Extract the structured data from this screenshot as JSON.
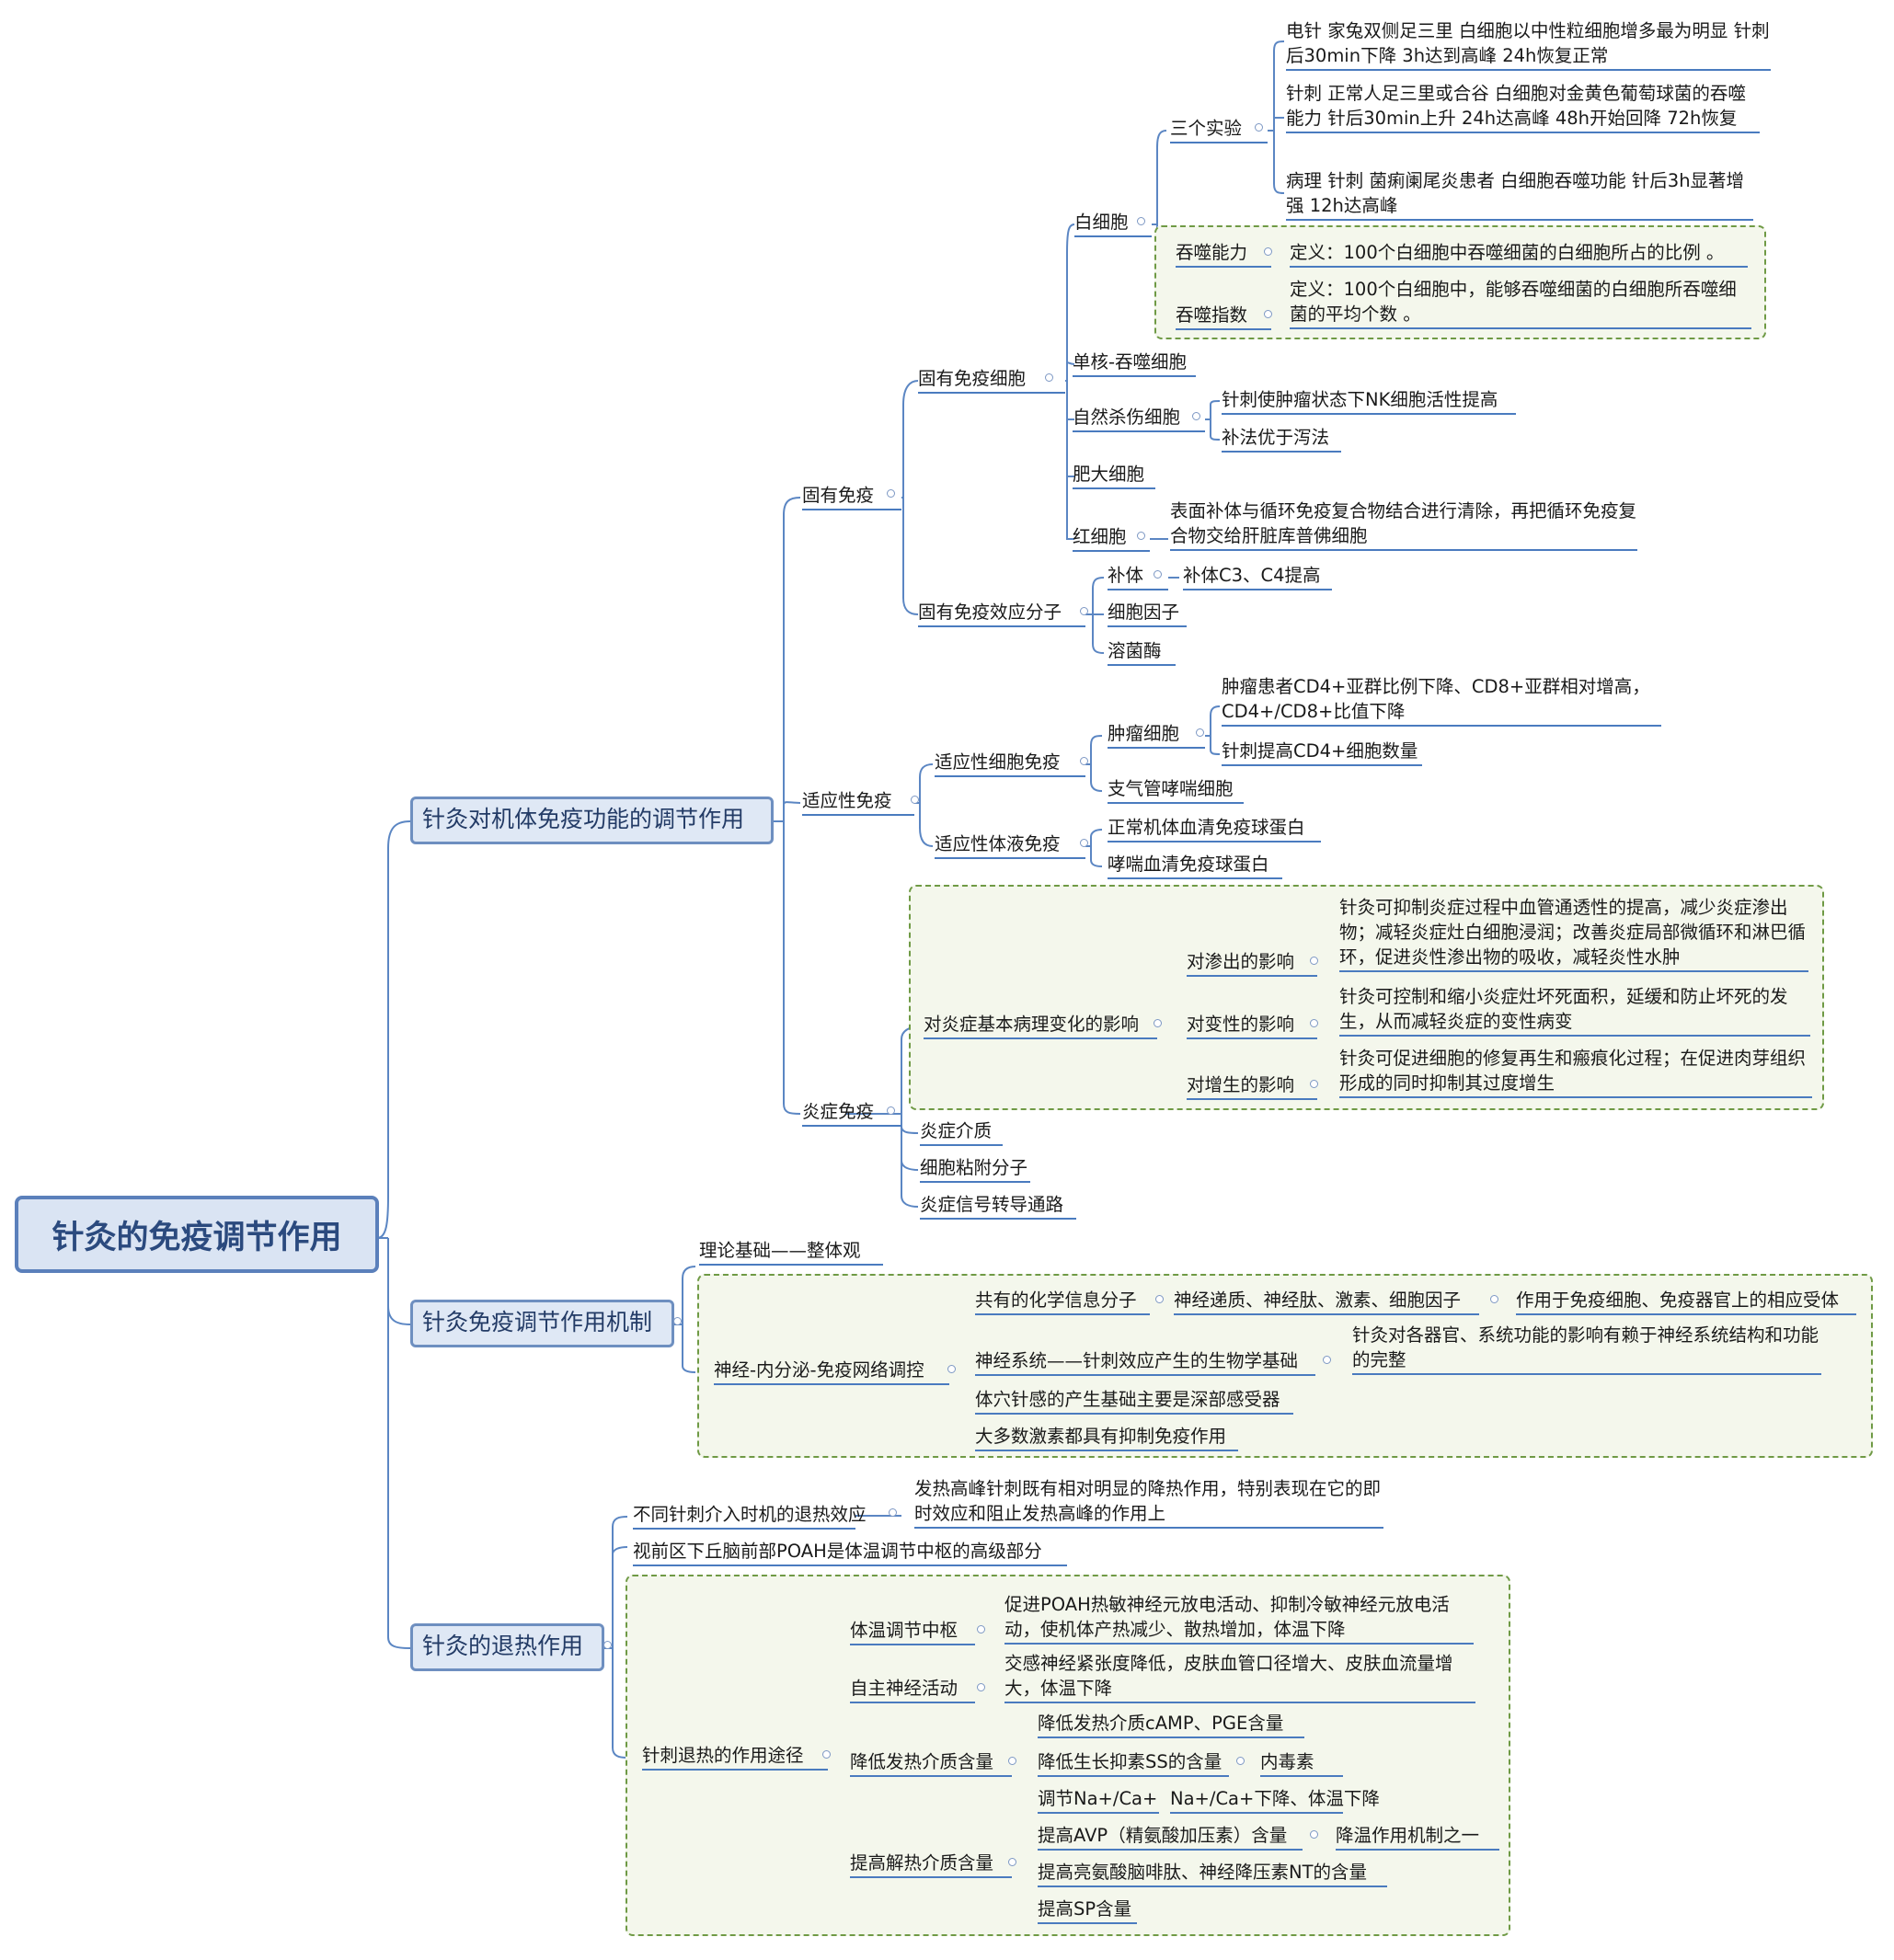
{
  "root": "针灸的免疫调节作用",
  "branches": {
    "b1": "针灸对机体免疫功能的调节作用",
    "b2": "针灸免疫调节作用机制",
    "b3": "针灸的退热作用"
  },
  "innate": {
    "label": "固有免疫",
    "cells": {
      "label": "固有免疫细胞",
      "wbc": {
        "label": "白细胞",
        "three": {
          "label": "三个实验",
          "e1": "电针  家兔双侧足三里 白细胞以中性粒细胞增多最为明显 针刺后30min下降 3h达到高峰 24h恢复正常",
          "e2": "针刺  正常人足三里或合谷 白细胞对金黄色葡萄球菌的吞噬能力 针后30min上升 24h达高峰 48h开始回降 72h恢复",
          "e3": "病理 针刺  菌痢阑尾炎患者 白细胞吞噬功能 针后3h显著增强  12h达高峰"
        },
        "phago_ability": {
          "label": "吞噬能力",
          "def": "定义：100个白细胞中吞噬细菌的白细胞所占的比例 。"
        },
        "phago_index": {
          "label": "吞噬指数",
          "def": "定义：100个白细胞中，能够吞噬细菌的白细胞所吞噬细菌的平均个数 。"
        }
      },
      "mono": "单核-吞噬细胞",
      "nk": {
        "label": "自然杀伤细胞",
        "c1": "针刺使肿瘤状态下NK细胞活性提高",
        "c2": "补法优于泻法"
      },
      "mast": "肥大细胞",
      "rbc": {
        "label": "红细胞",
        "c1": "表面补体与循环免疫复合物结合进行清除，再把循环免疫复合物交给肝脏库普佛细胞"
      }
    },
    "molecules": {
      "label": "固有免疫效应分子",
      "complement": {
        "label": "补体",
        "c1": "补体C3、C4提高"
      },
      "cytokine": "细胞因子",
      "lysozyme": "溶菌酶"
    }
  },
  "adaptive": {
    "label": "适应性免疫",
    "cellular": {
      "label": "适应性细胞免疫",
      "tumor": {
        "label": "肿瘤细胞",
        "c1": "肿瘤患者CD4+亚群比例下降、CD8+亚群相对增高，CD4+/CD8+比值下降",
        "c2": "针刺提高CD4+细胞数量"
      },
      "asthma": "支气管哮喘细胞"
    },
    "humoral": {
      "label": "适应性体液免疫",
      "c1": "正常机体血清免疫球蛋白",
      "c2": "哮喘血清免疫球蛋白"
    }
  },
  "inflam": {
    "label": "炎症免疫",
    "patho": {
      "label": "对炎症基本病理变化的影响",
      "exudation": {
        "label": "对渗出的影响",
        "c1": "针灸可抑制炎症过程中血管通透性的提高，减少炎症渗出物；减轻炎症灶白细胞浸润；改善炎症局部微循环和淋巴循环，促进炎性渗出物的吸收，减轻炎性水肿"
      },
      "alteration": {
        "label": "对变性的影响",
        "c1": "针灸可控制和缩小炎症灶坏死面积，延缓和防止坏死的发生，从而减轻炎症的变性病变"
      },
      "proliferation": {
        "label": "对增生的影响",
        "c1": "针灸可促进细胞的修复再生和瘢痕化过程；在促进肉芽组织形成的同时抑制其过度增生"
      }
    },
    "mediator": "炎症介质",
    "adhesion": "细胞粘附分子",
    "signal": "炎症信号转导通路"
  },
  "mech": {
    "theory": "理论基础——整体观",
    "network": {
      "label": "神经-内分泌-免疫网络调控",
      "shared": {
        "label": "共有的化学信息分子",
        "c1": "神经递质、神经肽、激素、细胞因子",
        "c2": "作用于免疫细胞、免疫器官上的相应受体"
      },
      "nervous": {
        "label": "神经系统——针刺效应产生的生物学基础",
        "c1": "针灸对各器官、系统功能的影响有赖于神经系统结构和功能的完整"
      },
      "deep": "体穴针感的产生基础主要是深部感受器",
      "hormone": "大多数激素都具有抑制免疫作用"
    }
  },
  "fever": {
    "timing": {
      "label": "不同针刺介入时机的退热效应",
      "c1": "发热高峰针刺既有相对明显的降热作用，特别表现在它的即时效应和阻止发热高峰的作用上"
    },
    "poah": "视前区下丘脑前部POAH是体温调节中枢的高级部分",
    "path": {
      "label": "针刺退热的作用途径",
      "center": {
        "label": "体温调节中枢",
        "c1": "促进POAH热敏神经元放电活动、抑制冷敏神经元放电活动，使机体产热减少、散热增加，体温下降"
      },
      "ans": {
        "label": "自主神经活动",
        "c1": "交感神经紧张度降低，皮肤血管口径增大、皮肤血流量增大，体温下降"
      },
      "lower": {
        "label": "降低发热介质含量",
        "c1": "降低发热介质cAMP、PGE含量",
        "c2": {
          "label": "降低生长抑素SS的含量",
          "c1": "内毒素"
        },
        "c3": {
          "label": "调节Na+/Ca+",
          "c1": "Na+/Ca+下降、体温下降"
        }
      },
      "raise": {
        "label": "提高解热介质含量",
        "c1": {
          "label": "提高AVP（精氨酸加压素）含量",
          "c1": "降温作用机制之一"
        },
        "c2": "提高亮氨酸脑啡肽、神经降压素NT的含量",
        "c3": "提高SP含量"
      }
    }
  }
}
